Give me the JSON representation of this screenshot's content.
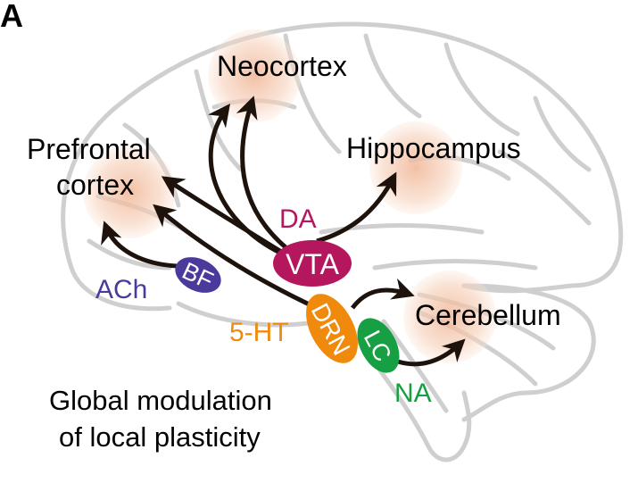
{
  "panel_label": "A",
  "regions": {
    "neocortex": "Neocortex",
    "prefrontal_line1": "Prefrontal",
    "prefrontal_line2": "cortex",
    "hippocampus": "Hippocampus",
    "cerebellum": "Cerebellum"
  },
  "nuclei": {
    "vta": {
      "label": "VTA",
      "transmitter": "DA",
      "color": "#b5175f"
    },
    "bf": {
      "label": "BF",
      "transmitter": "ACh",
      "color": "#4b3a9c"
    },
    "drn": {
      "label": "DRN",
      "transmitter": "5-HT",
      "color": "#f08a0c"
    },
    "lc": {
      "label": "LC",
      "transmitter": "NA",
      "color": "#16a043"
    }
  },
  "caption_line1": "Global modulation",
  "caption_line2": "of local plasticity",
  "colors": {
    "brain_outline": "#c8c8c8",
    "highlight": "#f4c7ad",
    "arrow": "#1a0f0a"
  }
}
